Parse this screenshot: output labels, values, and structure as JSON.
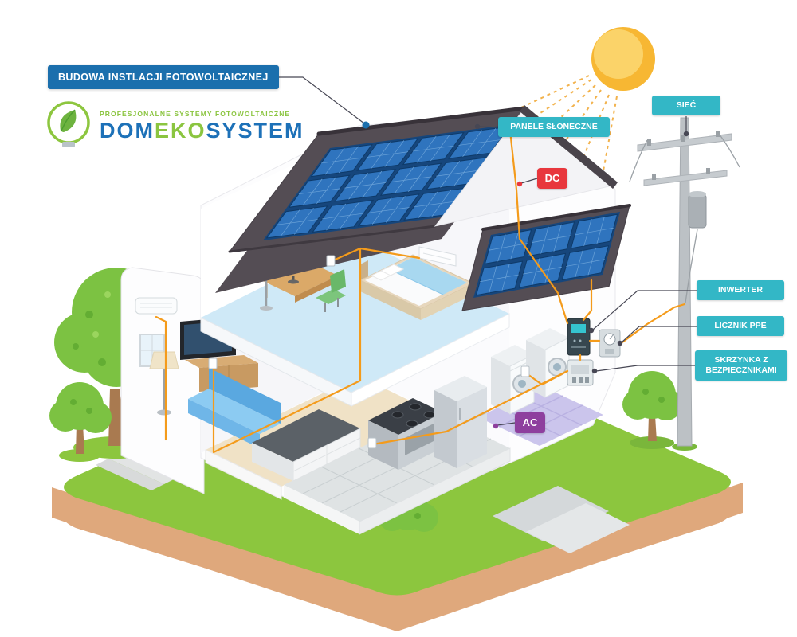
{
  "header": {
    "title": "BUDOWA INSTLACJI FOTOWOLTAICZNEJ"
  },
  "logo": {
    "tagline": "PROFESJONALNE SYSTEMY FOTOWOLTAICZNE",
    "brand_dom": "DOM",
    "brand_eko": "EKO",
    "brand_system": "SYSTEM"
  },
  "callouts": {
    "panels": "PANELE SŁONECZNE",
    "grid": "SIEĆ",
    "inverter": "INWERTER",
    "meter": "LICZNIK PPE",
    "fusebox": "SKRZYNKA Z BEZPIECZNIKAMI",
    "dc": "DC",
    "ac": "AC"
  },
  "colors": {
    "title_bg": "#1b6fad",
    "callout_bg": "#33b7c6",
    "dc_bg": "#e8373d",
    "ac_bg": "#8e3f9e",
    "brand_blue": "#1d71b8",
    "brand_green": "#8bc540",
    "wire_orange": "#f49b1b",
    "sun_yellow": "#f7b733",
    "grass_green": "#8cc63e",
    "earth_brown": "#dfa87c",
    "panel_blue": "#2f74be",
    "roof_dark": "#544d54"
  },
  "scene_elements": [
    "sun",
    "sun-rays",
    "solar-panel-array-main",
    "solar-panel-array-secondary",
    "house-cutaway",
    "power-pole",
    "inverter-device",
    "meter-device",
    "fuse-box-device",
    "washing-machine",
    "trees",
    "wiring"
  ]
}
